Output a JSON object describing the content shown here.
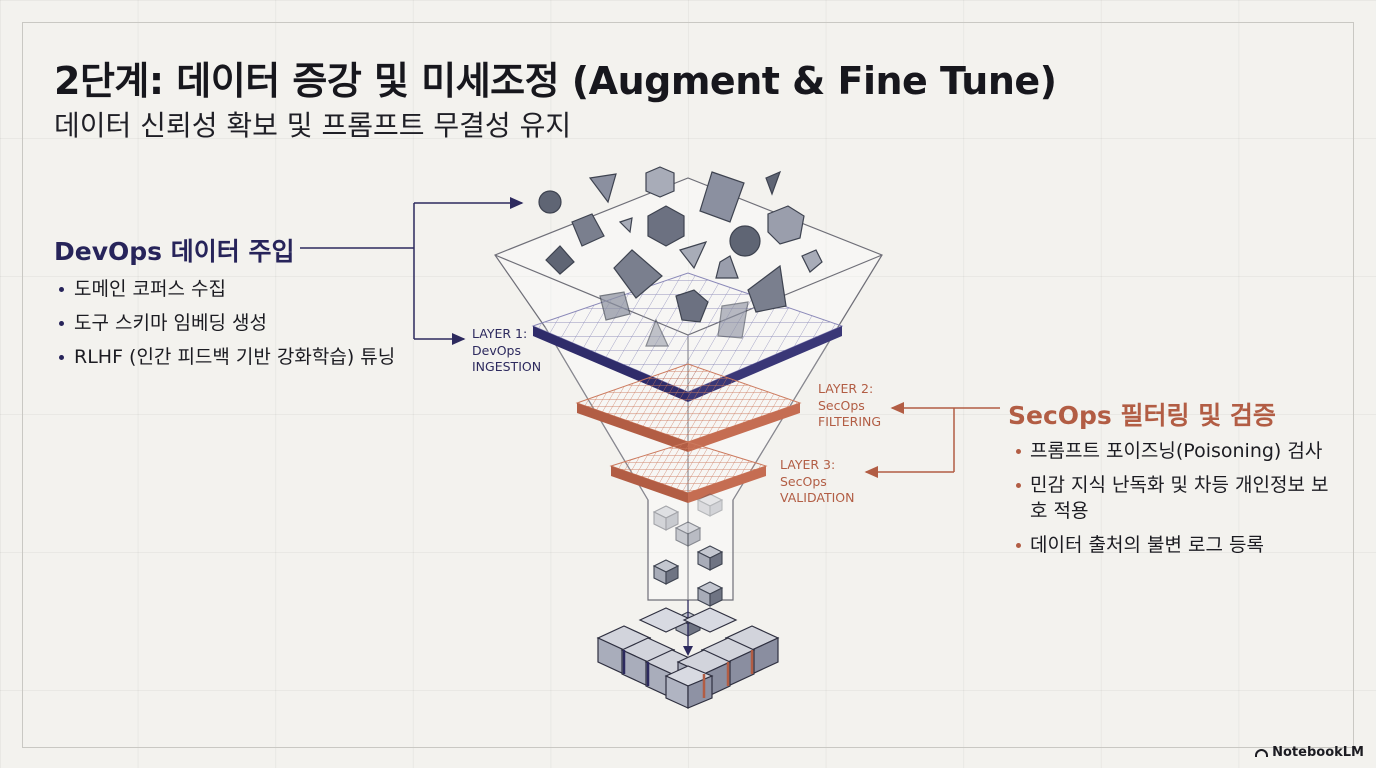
{
  "title": "2단계: 데이터 증강 및 미세조정 (Augment & Fine Tune)",
  "subtitle": "데이터 신뢰성 확보 및 프롬프트 무결성 유지",
  "devops": {
    "heading": "DevOps 데이터 주입",
    "items": [
      "도메인 코퍼스 수집",
      "도구 스키마 임베딩 생성",
      "RLHF (인간 피드백 기반 강화학습) 튜닝"
    ]
  },
  "secops": {
    "heading": "SecOps 필터링 및 검증",
    "items": [
      "프롬프트 포이즈닝(Poisoning) 검사",
      "민감 지식 난독화 및 차등 개인정보 보호 적용",
      "데이터 출처의 불변 로그 등록"
    ]
  },
  "layers": [
    {
      "line1": "LAYER 1:",
      "line2": "DevOps",
      "line3": "INGESTION"
    },
    {
      "line1": "LAYER 2:",
      "line2": "SecOps",
      "line3": "FILTERING"
    },
    {
      "line1": "LAYER 3:",
      "line2": "SecOps",
      "line3": "VALIDATION"
    }
  ],
  "brand": "NotebookLM",
  "colors": {
    "navy": "#2d2a5e",
    "rust": "#b25d44",
    "background": "#f3f2ee"
  }
}
